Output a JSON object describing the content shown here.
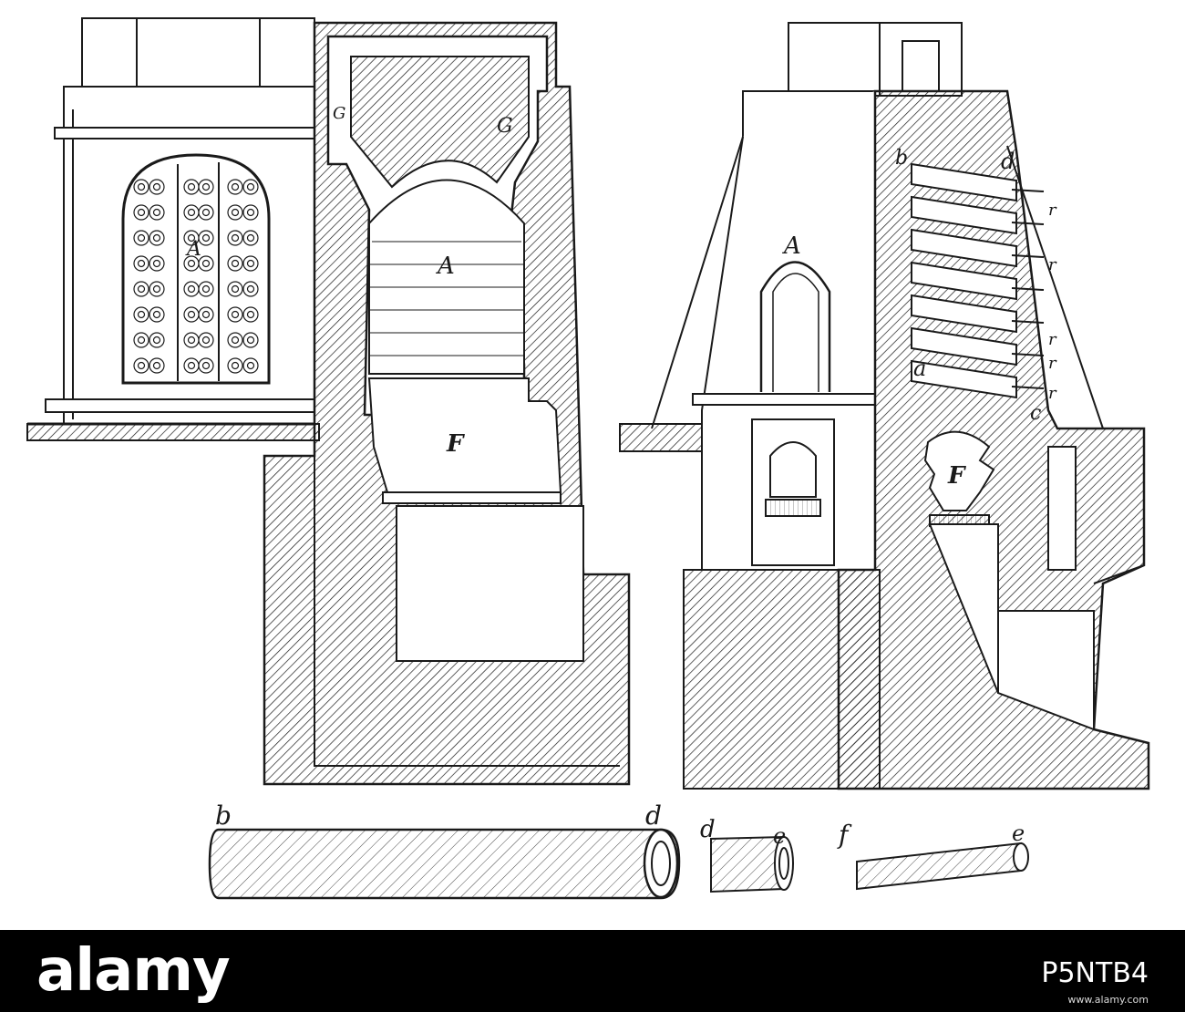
{
  "diagram": {
    "labels": {
      "left_window": "A",
      "left_chamber": "A",
      "left_furnace": "F",
      "left_flue_left": "G",
      "left_flue_right": "G",
      "right_arch": "A",
      "right_furnace": "F",
      "right_b": "b",
      "right_d": "d",
      "right_a": "a",
      "right_c": "c",
      "right_r1": "r",
      "right_r2": "r",
      "right_r3": "r",
      "right_r4": "r",
      "right_r5": "r",
      "pipe_b": "b",
      "pipe_d": "d",
      "cone_d": "d",
      "cone_e": "e",
      "nozzle_f": "f",
      "nozzle_e": "e"
    }
  },
  "watermark": {
    "brand": "alamy",
    "image_code": "P5NTB4",
    "stock_id": "www.alamy.com"
  },
  "colors": {
    "ink": "#1a1a1a",
    "paper": "#ffffff",
    "banner": "#000000"
  }
}
